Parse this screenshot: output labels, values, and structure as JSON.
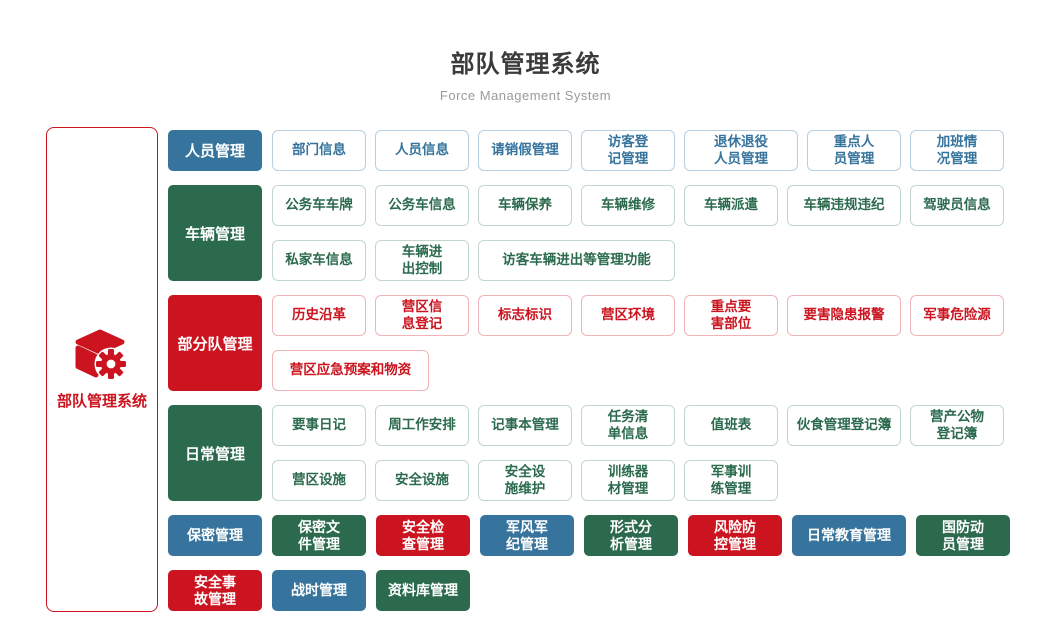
{
  "header": {
    "title": "部队管理系统",
    "subtitle": "Force Management System"
  },
  "root": {
    "label": "部队管理系统",
    "icon": "cube-gear-icon"
  },
  "colors": {
    "blue": "#36749D",
    "green": "#2B6A4D",
    "red": "#CB141F",
    "outline_blue": "#B7CFDF",
    "outline_green": "#C2D7CB",
    "outline_red": "#F0B4B8",
    "title_text": "#3B3B3B",
    "subtitle_text": "#9A9A9A"
  },
  "sections": [
    {
      "category": "人员管理",
      "color": "blue",
      "rows": [
        [
          "部门信息",
          "人员信息",
          "请销假管理",
          "访客登记管理",
          "退休退役人员管理",
          "重点人员管理",
          "加班情况管理"
        ]
      ]
    },
    {
      "category": "车辆管理",
      "color": "green",
      "rows": [
        [
          "公务车车牌",
          "公务车信息",
          "车辆保养",
          "车辆维修",
          "车辆派遣",
          "车辆违规违纪",
          "驾驶员信息"
        ],
        [
          "私家车信息",
          "车辆进出控制",
          "访客车辆进出等管理功能"
        ]
      ]
    },
    {
      "category": "部分队管理",
      "color": "red",
      "rows": [
        [
          "历史沿革",
          "营区信息登记",
          "标志标识",
          "营区环境",
          "重点要害部位",
          "要害隐患报警",
          "军事危险源"
        ],
        [
          "营区应急预案和物资"
        ]
      ]
    },
    {
      "category": "日常管理",
      "color": "green",
      "rows": [
        [
          "要事日记",
          "周工作安排",
          "记事本管理",
          "任务清单信息",
          "值班表",
          "伙食管理登记簿",
          "营产公物登记簿"
        ],
        [
          "营区设施",
          "安全设施",
          "安全设施维护",
          "训练器材管理",
          "军事训练管理"
        ]
      ]
    }
  ],
  "solid_rows": [
    [
      {
        "label": "保密管理",
        "color": "blue"
      },
      {
        "label": "保密文件管理",
        "color": "green"
      },
      {
        "label": "安全检查管理",
        "color": "red"
      },
      {
        "label": "军风军纪管理",
        "color": "blue"
      },
      {
        "label": "形式分析管理",
        "color": "green"
      },
      {
        "label": "风险防控管理",
        "color": "red"
      },
      {
        "label": "日常教育管理",
        "color": "blue"
      },
      {
        "label": "国防动员管理",
        "color": "green"
      }
    ],
    [
      {
        "label": "安全事故管理",
        "color": "red"
      },
      {
        "label": "战时管理",
        "color": "blue"
      },
      {
        "label": "资料库管理",
        "color": "green"
      }
    ]
  ]
}
